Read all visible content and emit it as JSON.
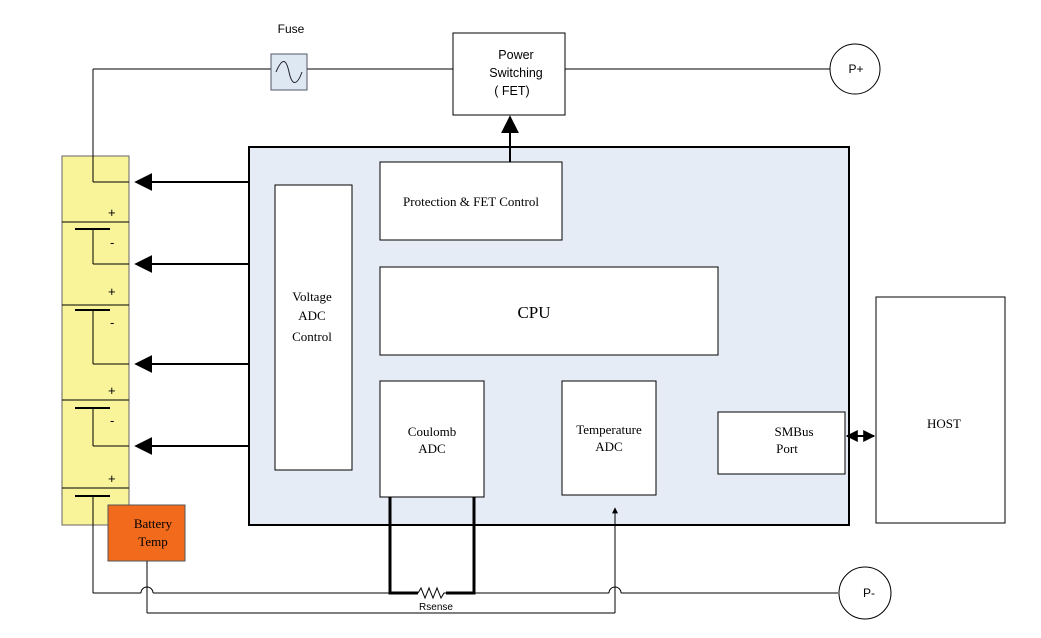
{
  "labels": {
    "fuse": "Fuse",
    "power_switching": [
      "Power",
      "Switching",
      "( FET)"
    ],
    "p_plus": "P+",
    "p_minus": "P-",
    "protection": "Protection & FET Control",
    "cpu": "CPU",
    "voltage_adc": [
      "Voltage",
      "ADC",
      "Control"
    ],
    "coulomb_adc": [
      "Coulomb",
      "ADC"
    ],
    "temperature_adc": [
      "Temperature",
      "ADC"
    ],
    "smbus_port": [
      "SMBus",
      "Port"
    ],
    "host": "HOST",
    "battery_temp": [
      "Battery",
      "Temp"
    ],
    "rsense": "Rsense",
    "cell_plus": "+",
    "cell_minus": "-"
  },
  "colors": {
    "chip_fill": "#e6ecf6",
    "battery_fill": "#f9f39a",
    "battery_temp_fill": "#f26b1d",
    "fuse_fill": "#dde8f2"
  }
}
